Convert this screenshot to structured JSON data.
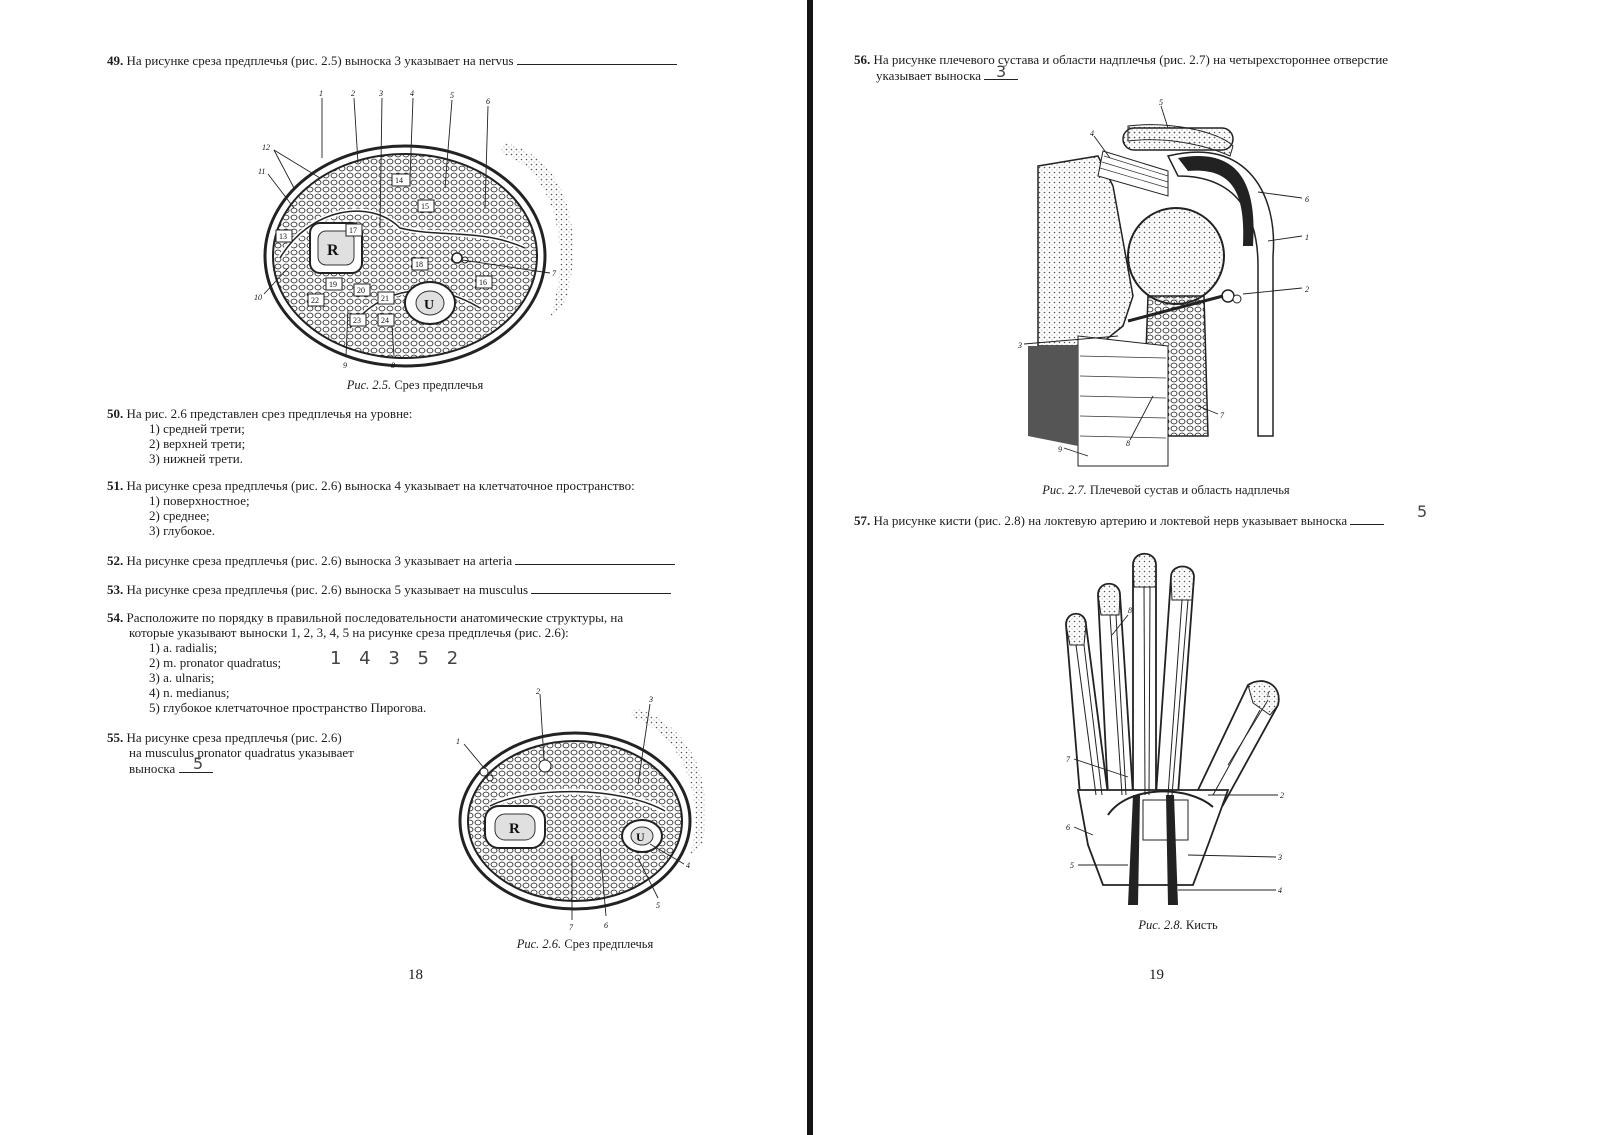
{
  "left_page": {
    "q49": {
      "num": "49.",
      "text": "На рисунке среза предплечья (рис. 2.5) выноска 3 указывает на nervus"
    },
    "fig25": {
      "caption_prefix": "Рис. 2.5.",
      "caption_text": "Срез предплечья",
      "labels": [
        "1",
        "2",
        "3",
        "4",
        "5",
        "6",
        "7",
        "8",
        "9",
        "10",
        "11",
        "12"
      ],
      "inner_labels": [
        "13",
        "14",
        "15",
        "16",
        "17",
        "18",
        "19",
        "20",
        "21",
        "22",
        "23",
        "24"
      ],
      "bone_labels": [
        "R",
        "U"
      ]
    },
    "q50": {
      "num": "50.",
      "text": "На рис. 2.6 представлен срез предплечья на уровне:",
      "options": [
        "1) средней трети;",
        "2) верхней трети;",
        "3) нижней трети."
      ]
    },
    "q51": {
      "num": "51.",
      "text": "На рисунке среза предплечья (рис. 2.6) выноска 4 указывает на клетчаточное пространство:",
      "options": [
        "1) поверхностное;",
        "2) среднее;",
        "3) глубокое."
      ]
    },
    "q52": {
      "num": "52.",
      "text": "На рисунке среза предплечья (рис. 2.6) выноска 3 указывает на arteria"
    },
    "q53": {
      "num": "53.",
      "text": "На рисунке среза предплечья (рис. 2.6) выноска 5 указывает на musculus"
    },
    "q54": {
      "num": "54.",
      "text_line1": "Расположите по порядку в правильной последовательности анатомические структуры, на",
      "text_line2": "которые указывают выноски 1, 2, 3, 4, 5 на рисунке среза предплечья (рис. 2.6):",
      "options": [
        "1) a. radialis;",
        "2) m. pronator quadratus;",
        "3) a. ulnaris;",
        "4) n. medianus;",
        "5) глубокое клетчаточное пространство Пирогова."
      ],
      "handwritten": "1 4 3 5 2"
    },
    "q55": {
      "num": "55.",
      "line1": "На рисунке среза предплечья (рис. 2.6)",
      "line2": "на musculus pronator quadratus указывает",
      "line3": "выноска",
      "handwritten": "5"
    },
    "fig26": {
      "caption_prefix": "Рис. 2.6.",
      "caption_text": "Срез предплечья",
      "labels": [
        "1",
        "2",
        "3",
        "4",
        "5",
        "6",
        "7"
      ],
      "bone_labels": [
        "R",
        "U"
      ]
    },
    "page_number": "18"
  },
  "right_page": {
    "q56": {
      "num": "56.",
      "line1": "На рисунке плечевого сустава и области надплечья (рис. 2.7) на четырехстороннее отверстие",
      "line2": "указывает выноска",
      "handwritten": "3"
    },
    "fig27": {
      "caption_prefix": "Рис. 2.7.",
      "caption_text": "Плечевой сустав и область надплечья",
      "labels": [
        "1",
        "2",
        "3",
        "4",
        "5",
        "6",
        "7",
        "8",
        "9"
      ]
    },
    "q57": {
      "num": "57.",
      "text": "На рисунке кисти (рис. 2.8) на локтевую артерию и локтевой нерв указывает выноска",
      "handwritten": "5"
    },
    "fig28": {
      "caption_prefix": "Рис. 2.8.",
      "caption_text": "Кисть",
      "labels": [
        "1",
        "2",
        "3",
        "4",
        "5",
        "6",
        "7",
        "8"
      ]
    },
    "page_number": "19"
  }
}
